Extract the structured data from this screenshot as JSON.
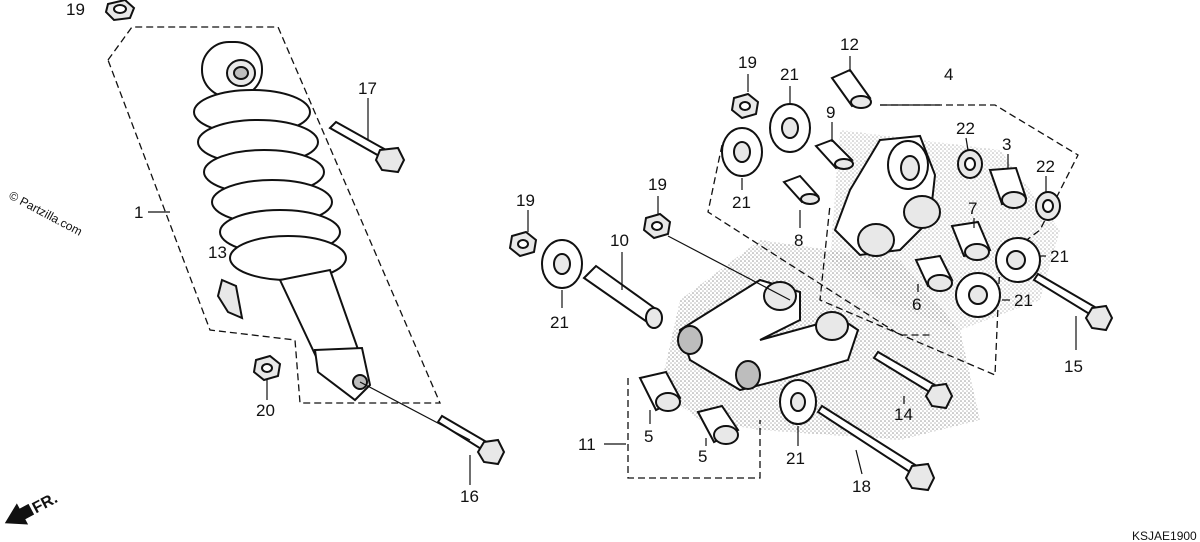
{
  "watermark": "© Partzilla.com",
  "direction_marker": "FR.",
  "diagram_code": "KSJAE1900",
  "callouts": {
    "c1": "1",
    "c3": "3",
    "c4": "4",
    "c5a": "5",
    "c5b": "5",
    "c6": "6",
    "c7": "7",
    "c8": "8",
    "c9": "9",
    "c10": "10",
    "c11": "11",
    "c12": "12",
    "c13": "13",
    "c14": "14",
    "c15": "15",
    "c16": "16",
    "c17": "17",
    "c18": "18",
    "c19a": "19",
    "c19b": "19",
    "c19c": "19",
    "c19d": "19",
    "c20": "20",
    "c21a": "21",
    "c21b": "21",
    "c21c": "21",
    "c21d": "21",
    "c21e": "21",
    "c21f": "21",
    "c22a": "22",
    "c22b": "22"
  }
}
